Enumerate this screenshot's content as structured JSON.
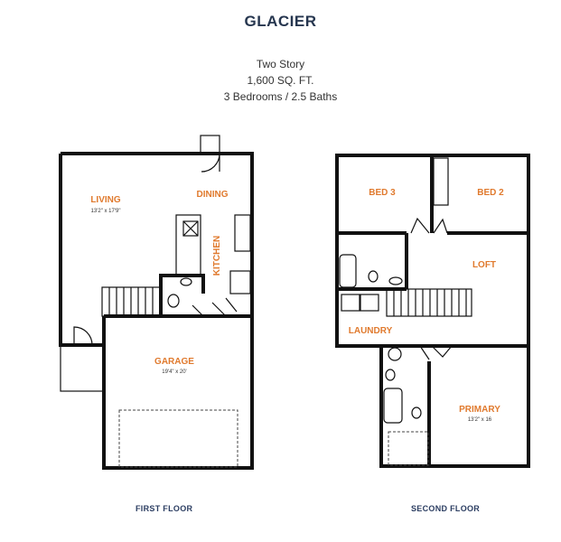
{
  "plan": {
    "name": "GLACIER",
    "stories": "Two Story",
    "area": "1,600 SQ. FT.",
    "beds_baths": "3 Bedrooms / 2.5 Baths"
  },
  "colors": {
    "title": "#26364f",
    "room_label": "#e07a2e",
    "walls": "#111111"
  },
  "first_floor": {
    "label": "FIRST FLOOR",
    "rooms": {
      "living": {
        "name": "LIVING",
        "size": "13'2\" x 17'9\""
      },
      "dining": {
        "name": "DINING"
      },
      "kitchen": {
        "name": "KITCHEN"
      },
      "garage": {
        "name": "GARAGE",
        "size": "19'4\" x 20'"
      }
    }
  },
  "second_floor": {
    "label": "SECOND FLOOR",
    "rooms": {
      "bed3": {
        "name": "BED 3"
      },
      "bed2": {
        "name": "BED 2"
      },
      "loft": {
        "name": "LOFT"
      },
      "laundry": {
        "name": "LAUNDRY"
      },
      "primary": {
        "name": "PRIMARY",
        "size": "13'2\" x 16"
      }
    }
  }
}
